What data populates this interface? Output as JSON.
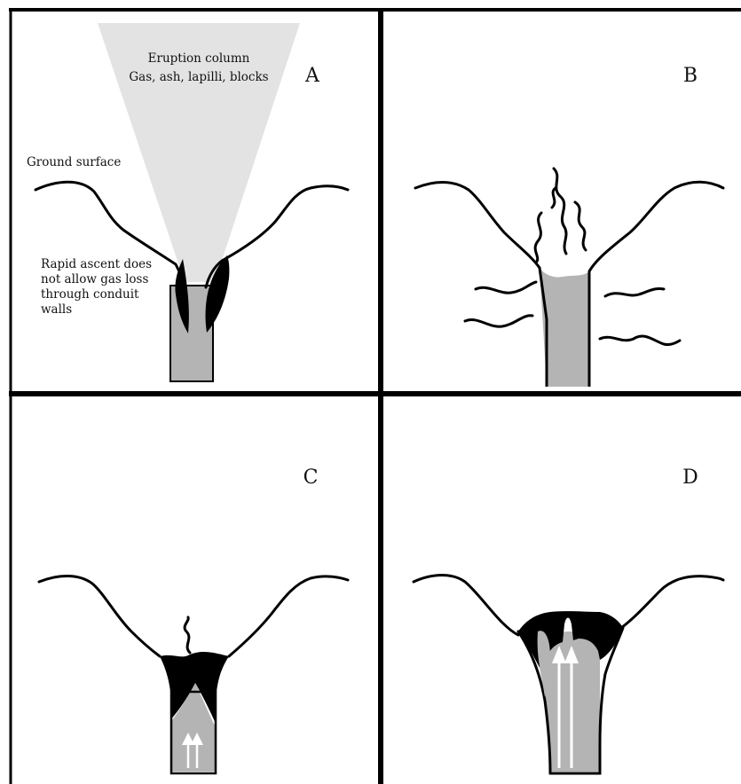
{
  "panels": [
    {
      "letter": "A",
      "column_line1": "Eruption column",
      "column_line2": "Gas, ash, lapilli, blocks",
      "ground_label": "Ground surface",
      "note_lines": [
        "Rapid ascent does",
        "not allow gas loss",
        "through conduit",
        "walls"
      ]
    },
    {
      "letter": "B"
    },
    {
      "letter": "C"
    },
    {
      "letter": "D"
    }
  ],
  "colors": {
    "frame": "#000000",
    "magma": "#b4b4b4",
    "eruption_column": "#e3e3e3",
    "plug": "#000000",
    "arrow": "#ffffff"
  }
}
